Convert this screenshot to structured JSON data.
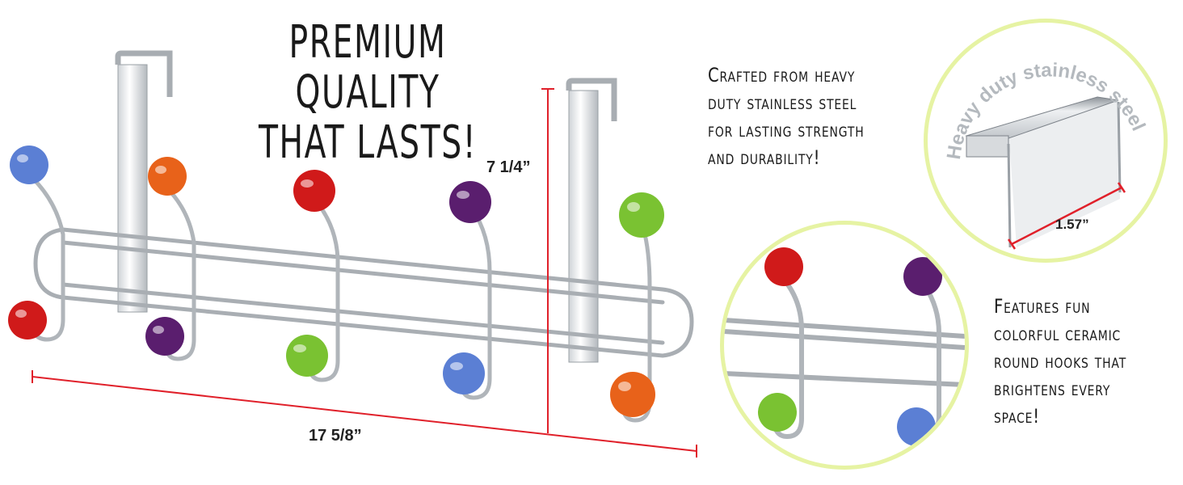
{
  "headline": {
    "line1": "PREMIUM QUALITY",
    "line2": "THAT LASTS!"
  },
  "dimensions": {
    "height": "7 1/4”",
    "width": "17 5/8”",
    "bracket": "1.57”"
  },
  "caption_steel": {
    "lines": [
      "Crafted from heavy",
      "duty stainless steel",
      "for lasting strength",
      "and durability!"
    ]
  },
  "caption_hooks": {
    "lines": [
      "Features fun",
      "colorful ceramic",
      "round hooks that",
      "brightens every",
      "space!"
    ]
  },
  "bracket_circle": {
    "curved_text": "Heavy duty stainless steel"
  },
  "colors": {
    "accent_ring": "#e6f3a3",
    "dimension_line": "#e0202a",
    "chrome": "#c8ccd0",
    "ball_blue": "#5b7fd4",
    "ball_orange": "#e8621a",
    "ball_red": "#d01a1a",
    "ball_purple": "#5a1e6e",
    "ball_green": "#7ac232"
  }
}
